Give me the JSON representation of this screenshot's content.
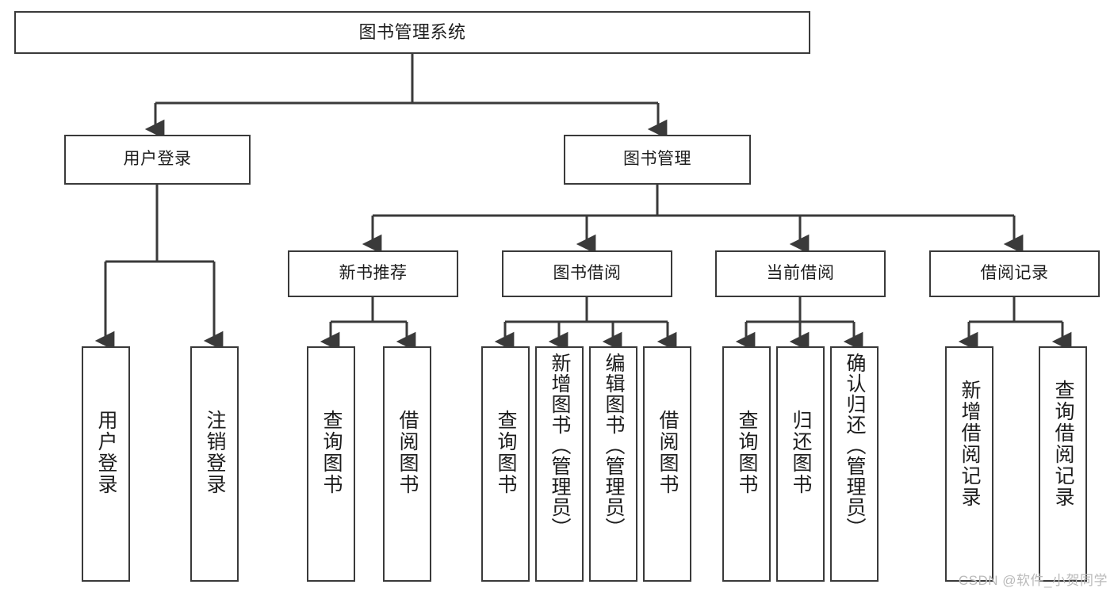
{
  "diagram": {
    "type": "tree-hierarchy",
    "title_node": {
      "id": "root",
      "label": "图书管理系统"
    },
    "level2": [
      {
        "id": "user-login",
        "label": "用户登录"
      },
      {
        "id": "book-manage",
        "label": "图书管理"
      }
    ],
    "level3": [
      {
        "id": "new-book-rec",
        "label": "新书推荐",
        "parent": "book-manage"
      },
      {
        "id": "book-borrow",
        "label": "图书借阅",
        "parent": "book-manage"
      },
      {
        "id": "current-borrow",
        "label": "当前借阅",
        "parent": "book-manage"
      },
      {
        "id": "borrow-record",
        "label": "借阅记录",
        "parent": "book-manage"
      }
    ],
    "leaves": {
      "user-login": [
        {
          "id": "leaf-user-login",
          "label": "用户登录"
        },
        {
          "id": "leaf-logout",
          "label": "注销登录"
        }
      ],
      "new-book-rec": [
        {
          "id": "leaf-query-book-1",
          "label": "查询图书"
        },
        {
          "id": "leaf-borrow-book-1",
          "label": "借阅图书"
        }
      ],
      "book-borrow": [
        {
          "id": "leaf-query-book-2",
          "label": "查询图书"
        },
        {
          "id": "leaf-add-book",
          "label": "新增图书（管理员）"
        },
        {
          "id": "leaf-edit-book",
          "label": "编辑图书（管理员）"
        },
        {
          "id": "leaf-borrow-book-2",
          "label": "借阅图书"
        }
      ],
      "current-borrow": [
        {
          "id": "leaf-query-book-3",
          "label": "查询图书"
        },
        {
          "id": "leaf-return-book",
          "label": "归还图书"
        },
        {
          "id": "leaf-confirm-return",
          "label": "确认归还（管理员）"
        }
      ],
      "borrow-record": [
        {
          "id": "leaf-add-record",
          "label": "新增借阅记录"
        },
        {
          "id": "leaf-query-record",
          "label": "查询借阅记录"
        }
      ]
    },
    "watermark": "CSDN @软件_小贺同学",
    "colors": {
      "stroke": "#3a3a3a",
      "background": "#ffffff",
      "text": "#1d1d1d",
      "watermark": "#b9b9b9"
    }
  }
}
